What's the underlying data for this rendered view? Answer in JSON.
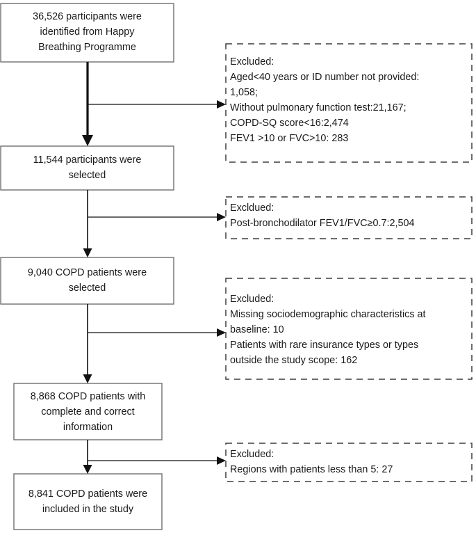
{
  "diagram": {
    "title": "Study participant selection flow",
    "colors": {
      "node_border": "#6e6e6e",
      "excluded_border": "#3d3d3d",
      "connector": "#111111",
      "background": "#ffffff",
      "text": "#1a1a1a"
    },
    "nodes": [
      {
        "id": "node-identified",
        "lines": [
          "36,526 participants were",
          "identified from Happy",
          "Breathing Programme"
        ]
      },
      {
        "id": "node-selected-participants",
        "lines": [
          "11,544 participants were",
          "selected"
        ]
      },
      {
        "id": "node-copd-selected",
        "lines": [
          "9,040 COPD patients were",
          "selected"
        ]
      },
      {
        "id": "node-complete-information",
        "lines": [
          "8,868 COPD patients with",
          "complete and correct",
          "information"
        ]
      },
      {
        "id": "node-included",
        "lines": [
          "8,841 COPD patients were",
          "included in the study"
        ]
      }
    ],
    "exclusions": [
      {
        "id": "exclusion-1",
        "lines": [
          "Excluded:",
          "Aged<40 years or ID number not provided:",
          "1,058;",
          "Without pulmonary function test:21,167;",
          "COPD-SQ score<16:2,474",
          "FEV1 >10 or FVC>10: 283"
        ]
      },
      {
        "id": "exclusion-2",
        "lines": [
          "Excldued:",
          "Post-bronchodilator FEV1/FVC≥0.7:2,504"
        ]
      },
      {
        "id": "exclusion-3",
        "lines": [
          "Excluded:",
          "Missing sociodemographic characteristics at",
          "baseline: 10",
          "Patients with rare insurance types or types",
          "outside the study scope: 162"
        ]
      },
      {
        "id": "exclusion-4",
        "lines": [
          "Excluded:",
          "Regions with patients less than 5: 27"
        ]
      }
    ]
  }
}
